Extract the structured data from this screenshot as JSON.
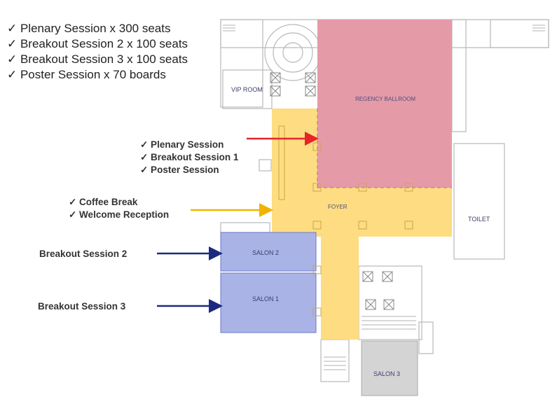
{
  "capacity_list": [
    "✓ Plenary Session x 300 seats",
    "✓ Breakout Session 2 x 100 seats",
    "✓ Breakout Session 3 x 100 seats",
    "✓ Poster Session x 70 boards"
  ],
  "callouts": {
    "ballroom_group": [
      "✓  Plenary Session",
      "✓  Breakout Session 1",
      "✓  Poster Session"
    ],
    "foyer_group": [
      "✓  Coffee Break",
      "✓  Welcome Reception"
    ],
    "salon2": "Breakout Session 2",
    "salon3_target": "Breakout Session 3"
  },
  "rooms": {
    "vip": "VIP ROOM",
    "ballroom": "REGENCY BALLROOM",
    "foyer": "FOYER",
    "toilet": "TOILET",
    "salon2": "SALON 2",
    "salon1": "SALON 1",
    "salon3": "SALON 3"
  },
  "colors": {
    "ballroom": "#e59aa8",
    "foyer": "#fddc82",
    "salon": "#a9b3e6",
    "salon3": "#d4d4d4",
    "arrow_red": "#e5252a",
    "arrow_yellow": "#f0b400",
    "arrow_blue": "#1c2a80"
  }
}
